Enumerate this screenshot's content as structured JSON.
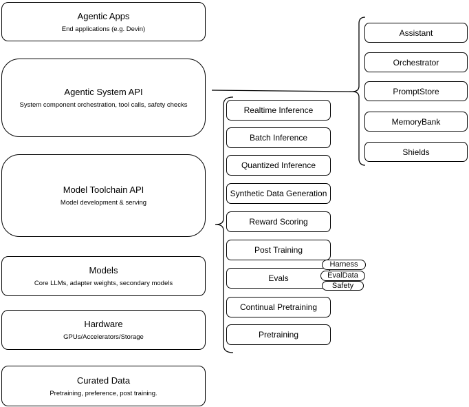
{
  "left_column": [
    {
      "title": "Agentic Apps",
      "subtitle": "End applications (e.g. Devin)"
    },
    {
      "title": "Agentic System API",
      "subtitle": "System component orchestration, tool calls, safety checks"
    },
    {
      "title": "Model Toolchain API",
      "subtitle": "Model development & serving"
    },
    {
      "title": "Models",
      "subtitle": "Core LLMs, adapter weights, secondary models"
    },
    {
      "title": "Hardware",
      "subtitle": "GPUs/Accelerators/Storage"
    },
    {
      "title": "Curated Data",
      "subtitle": "Pretraining, preference, post training."
    }
  ],
  "middle_column": [
    "Realtime Inference",
    "Batch Inference",
    "Quantized Inference",
    "Synthetic Data Generation",
    "Reward Scoring",
    "Post Training",
    "Evals",
    "Continual Pretraining",
    "Pretraining"
  ],
  "evals_tags": [
    "Harness",
    "EvalData",
    "Safety"
  ],
  "right_column": [
    "Assistant",
    "Orchestrator",
    "PromptStore",
    "MemoryBank",
    "Shields"
  ],
  "colors": {
    "stroke": "#000000",
    "background": "#ffffff",
    "text": "#000000"
  }
}
